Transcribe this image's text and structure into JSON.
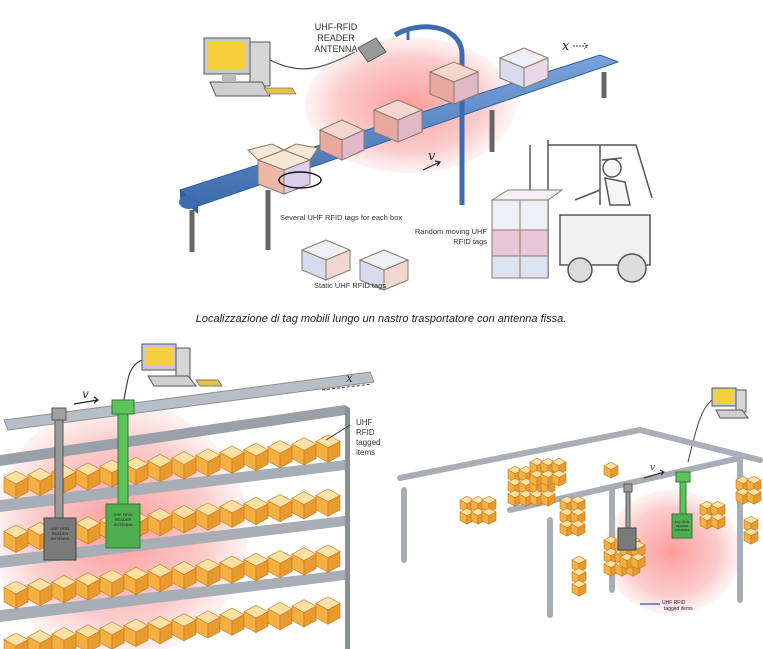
{
  "top_scene": {
    "antenna_label_line1": "UHF-RFID",
    "antenna_label_line2": "READER",
    "antenna_label_line3": "ANTENNA",
    "axis_x": "x",
    "speed_v": "v",
    "tags_each_box": "Several UHF RFID tags for each box",
    "random_tags_line1": "Random moving UHF",
    "random_tags_line2": "RFID tags",
    "static_tags": "Static UHF RFID tags"
  },
  "caption": "Localizzazione di tag mobili lungo un nastro trasportatore con antenna fissa.",
  "bottom_left": {
    "speed_v": "v",
    "axis_x": "x",
    "items_line1": "UHF",
    "items_line2": "RFID",
    "items_line3": "tagged",
    "items_line4": "items",
    "reader_gray_line1": "UHF RFID",
    "reader_gray_line2": "READER",
    "reader_gray_line3": "ANTENNA",
    "reader_green_line1": "UHF RFID",
    "reader_green_line2": "READER",
    "reader_green_line3": "ANTENNA"
  },
  "bottom_right": {
    "speed_v": "v",
    "reader_line1": "UHF RFID",
    "reader_line2": "READER",
    "reader_line3": "ANTENNA",
    "items_line1": "UHF RFID",
    "items_line2": "tagged items"
  },
  "colors": {
    "belt": "#5b87c6",
    "belt_dark": "#2f5f9e",
    "field": "#f08080",
    "antenna_green": "#5cc35c",
    "antenna_gray": "#8a8a8a",
    "box_orange": "#f5b042",
    "rail": "#b8bec6"
  }
}
